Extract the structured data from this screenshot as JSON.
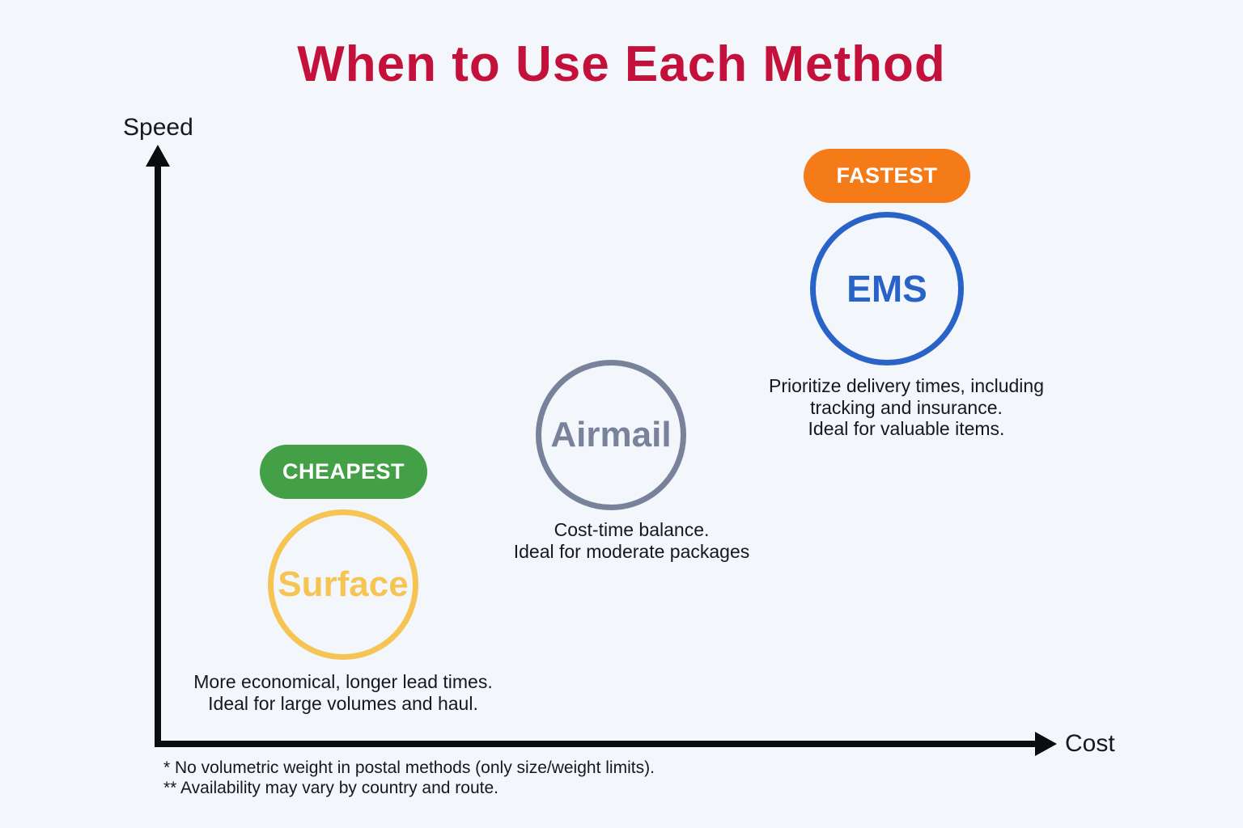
{
  "title": "When to Use Each Method",
  "axes": {
    "y_label": "Speed",
    "x_label": "Cost"
  },
  "methods": [
    {
      "name": "Surface",
      "badge": "CHEAPEST",
      "badge_color": "#43A047",
      "circle_color": "#F5C453",
      "description": "More economical, longer lead times.\nIdeal for large volumes and haul.",
      "position": "low cost, low speed"
    },
    {
      "name": "Airmail",
      "badge": "",
      "circle_color": "#78839B",
      "description": "Cost-time balance.\nIdeal for moderate packages",
      "position": "medium cost, medium speed"
    },
    {
      "name": "EMS",
      "badge": "FASTEST",
      "badge_color": "#F57A18",
      "circle_color": "#2A63C8",
      "description": "Prioritize delivery times, including\ntracking and insurance.\nIdeal for valuable items.",
      "position": "high cost, high speed"
    }
  ],
  "footnotes": "* No volumetric weight in postal methods (only size/weight limits).\n** Availability may vary by country and route.",
  "colors": {
    "background": "#F3F6FA",
    "title": "#C4113B",
    "axis": "#0B0C0E",
    "text": "#16181D",
    "badge_text": "#FFFFFF"
  }
}
